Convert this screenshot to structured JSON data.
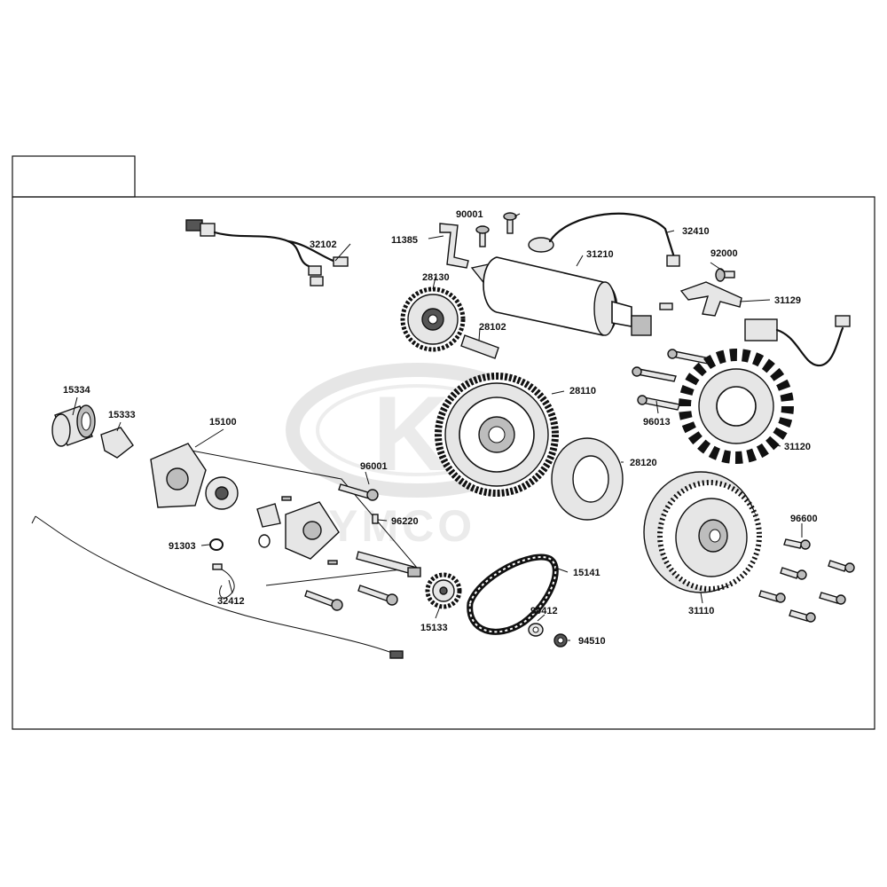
{
  "brand": {
    "watermark_text": "KYMCO",
    "logo_letters": "K"
  },
  "title_box": {
    "text": ""
  },
  "parts": [
    {
      "id": "p32102",
      "number": "32102"
    },
    {
      "id": "p90001",
      "number": "90001"
    },
    {
      "id": "p11385",
      "number": "11385"
    },
    {
      "id": "p32410",
      "number": "32410"
    },
    {
      "id": "p31210",
      "number": "31210"
    },
    {
      "id": "p28130",
      "number": "28130"
    },
    {
      "id": "p92000",
      "number": "92000"
    },
    {
      "id": "p31129",
      "number": "31129"
    },
    {
      "id": "p28102",
      "number": "28102"
    },
    {
      "id": "p15334",
      "number": "15334"
    },
    {
      "id": "p28110",
      "number": "28110"
    },
    {
      "id": "p15333",
      "number": "15333"
    },
    {
      "id": "p96013",
      "number": "96013"
    },
    {
      "id": "p15100",
      "number": "15100"
    },
    {
      "id": "p31120",
      "number": "31120"
    },
    {
      "id": "p96001",
      "number": "96001"
    },
    {
      "id": "p28120",
      "number": "28120"
    },
    {
      "id": "p96220",
      "number": "96220"
    },
    {
      "id": "p96600",
      "number": "96600"
    },
    {
      "id": "p91303",
      "number": "91303"
    },
    {
      "id": "p15141",
      "number": "15141"
    },
    {
      "id": "p31110",
      "number": "31110"
    },
    {
      "id": "p32412",
      "number": "32412"
    },
    {
      "id": "p90412",
      "number": "90412"
    },
    {
      "id": "p15133",
      "number": "15133"
    },
    {
      "id": "p94510",
      "number": "94510"
    }
  ]
}
